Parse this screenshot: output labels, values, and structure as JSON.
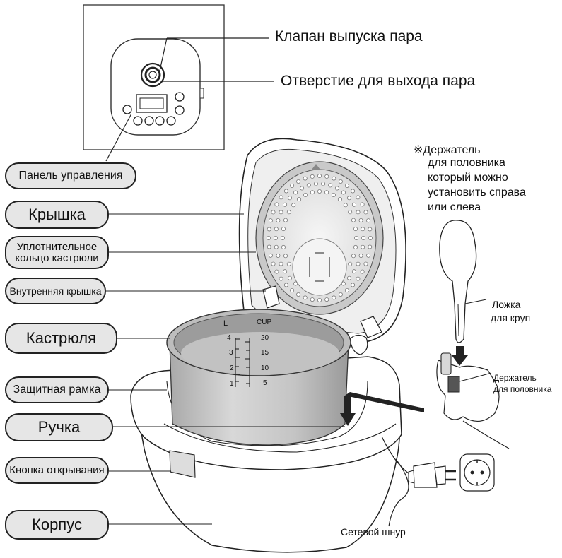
{
  "labels": {
    "control_panel": "Панель управления",
    "lid": "Крышка",
    "seal_ring_line1": "Уплотнительное",
    "seal_ring_line2": "кольцо кастрюли",
    "inner_lid": "Внутренняя крышка",
    "pot": "Кастрюля",
    "protective_frame": "Защитная рамка",
    "handle": "Ручка",
    "open_button": "Кнопка открывания",
    "body": "Корпус",
    "steam_valve": "Клапан выпуска пара",
    "steam_outlet": "Отверстие для выхода пара",
    "holder_note": [
      "※Держатель",
      "для половника",
      "который можно",
      "установить справа",
      "или слева"
    ],
    "spoon_line1": "Ложка",
    "spoon_line2": "для круп",
    "holder_line1": "Держатель",
    "holder_line2": "для половника",
    "power_cord": "Сетевой шнур"
  },
  "scale": {
    "left_unit": "L",
    "right_unit": "CUP",
    "left_marks": [
      "4",
      "3",
      "2",
      "1"
    ],
    "right_marks": [
      "20",
      "15",
      "10",
      "5"
    ]
  },
  "colors": {
    "pill_fill": "#e6e6e6",
    "line": "#222222",
    "pot_gray": "#b9b9b9"
  }
}
